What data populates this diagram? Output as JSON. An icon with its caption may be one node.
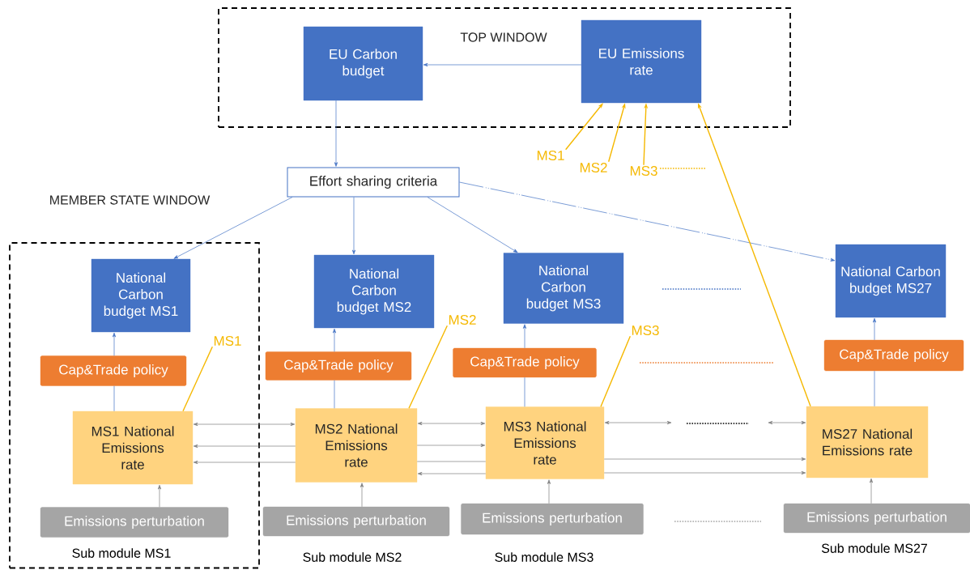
{
  "diagram": {
    "nodes": [
      {
        "text": [
          "TOP WINDOW"
        ]
      },
      {
        "text": [
          "EU Carbon budget"
        ],
        "in": 0
      },
      {
        "text": [
          "EU Emissions rate"
        ],
        "in": 0
      },
      {
        "text": [
          "Effort sharing criteria"
        ]
      },
      {
        "text": [
          "MEMBER STATE WINDOW"
        ]
      },
      {
        "text": [
          "National Carbon budget MS1"
        ],
        "in": 4
      },
      {
        "text": [
          "Cap&Trade policy"
        ],
        "in": 4
      },
      {
        "text": [
          "MS1 National Emissions rate"
        ],
        "in": 4
      },
      {
        "text": [
          "Emissions perturbation"
        ],
        "in": 4,
        "beside": [
          "Sub module MS1"
        ]
      },
      {
        "text": [
          "National Carbon budget MS2"
        ]
      },
      {
        "text": [
          "Cap&Trade policy"
        ]
      },
      {
        "text": [
          "MS2 National Emissions rate"
        ]
      },
      {
        "text": [
          "Emissions perturbation"
        ],
        "beside": [
          "Sub module MS2"
        ]
      },
      {
        "text": [
          "National Carbon budget MS3"
        ]
      },
      {
        "text": [
          "Cap&Trade policy"
        ]
      },
      {
        "text": [
          "MS3 National Emissions rate"
        ]
      },
      {
        "text": [
          "Emissions perturbation"
        ],
        "beside": [
          "Sub module MS3"
        ]
      },
      {
        "text": [
          "National Carbon budget MS27"
        ]
      },
      {
        "text": [
          "Cap&Trade policy"
        ]
      },
      {
        "text": [
          "MS27 National Emissions rate"
        ]
      },
      {
        "text": [
          "Emissions perturbation"
        ],
        "beside": [
          "Sub module MS27"
        ]
      },
      {
        "text": [
          "MS1"
        ]
      },
      {
        "text": [
          "MS2"
        ]
      },
      {
        "text": [
          "MS3"
        ]
      },
      {
        "text": [
          "MS1"
        ],
        "in": 4
      },
      {
        "text": [
          "MS2"
        ]
      },
      {
        "text": [
          "MS3"
        ]
      }
    ],
    "edges": [
      {
        "from": 2,
        "to": 1,
        "arrow": "to"
      },
      {
        "from": 1,
        "to": 3,
        "arrow": "to"
      },
      {
        "from": 3,
        "to": 5,
        "arrow": "to"
      },
      {
        "from": 3,
        "to": 9,
        "arrow": "to"
      },
      {
        "from": 3,
        "to": 13,
        "arrow": "to"
      },
      {
        "from": 3,
        "to": 17,
        "arrow": "to",
        "style": "dashed"
      },
      {
        "from": 7,
        "to": 6,
        "arrow": "none"
      },
      {
        "from": 6,
        "to": 5,
        "arrow": "to"
      },
      {
        "from": 11,
        "to": 10,
        "arrow": "none"
      },
      {
        "from": 10,
        "to": 9,
        "arrow": "to"
      },
      {
        "from": 15,
        "to": 14,
        "arrow": "none"
      },
      {
        "from": 14,
        "to": 13,
        "arrow": "to"
      },
      {
        "from": 19,
        "to": 18,
        "arrow": "none"
      },
      {
        "from": 18,
        "to": 17,
        "arrow": "to"
      },
      {
        "from": 8,
        "to": 7,
        "arrow": "to",
        "color": "#7f7f7f"
      },
      {
        "from": 12,
        "to": 11,
        "arrow": "to",
        "color": "#7f7f7f"
      },
      {
        "from": 16,
        "to": 15,
        "arrow": "to",
        "color": "#7f7f7f"
      },
      {
        "from": 20,
        "to": 19,
        "arrow": "to",
        "color": "#7f7f7f"
      },
      {
        "from": 7,
        "to": 11,
        "arrow": "both",
        "color": "#7f7f7f"
      },
      {
        "from": 11,
        "to": 7,
        "arrow": "to",
        "color": "#7f7f7f"
      },
      {
        "from": 11,
        "to": 7,
        "arrow": "to",
        "color": "#7f7f7f"
      },
      {
        "from": 11,
        "to": 15,
        "arrow": "both",
        "color": "#7f7f7f"
      },
      {
        "from": 11,
        "to": 15,
        "arrow": "to",
        "color": "#7f7f7f"
      },
      {
        "from": 11,
        "to": 15,
        "arrow": "none",
        "color": "#7f7f7f"
      },
      {
        "from": 15,
        "to": 11,
        "arrow": "to",
        "color": "#7f7f7f"
      },
      {
        "from": 15,
        "to": null,
        "arrow": "both",
        "color": "#7f7f7f"
      },
      {
        "from": null,
        "to": 19,
        "arrow": "both",
        "color": "#7f7f7f"
      },
      {
        "from": 15,
        "to": 19,
        "arrow": "to",
        "color": "#7f7f7f"
      },
      {
        "from": 15,
        "to": 19,
        "arrow": "to",
        "color": "#7f7f7f"
      },
      {
        "from": 21,
        "to": 2,
        "arrow": "to",
        "color": "#f5b800"
      },
      {
        "from": 22,
        "to": 2,
        "arrow": "to",
        "color": "#f5b800"
      },
      {
        "from": 23,
        "to": 2,
        "arrow": "to",
        "color": "#f5b800"
      },
      {
        "from": 19,
        "to": 2,
        "arrow": "to",
        "color": "#f5b800"
      },
      {
        "from": 7,
        "to": 24,
        "arrow": "none",
        "color": "#f5b800"
      },
      {
        "from": 11,
        "to": 25,
        "arrow": "none",
        "color": "#f5b800"
      },
      {
        "from": 15,
        "to": 26,
        "arrow": "none",
        "color": "#f5b800"
      }
    ]
  }
}
